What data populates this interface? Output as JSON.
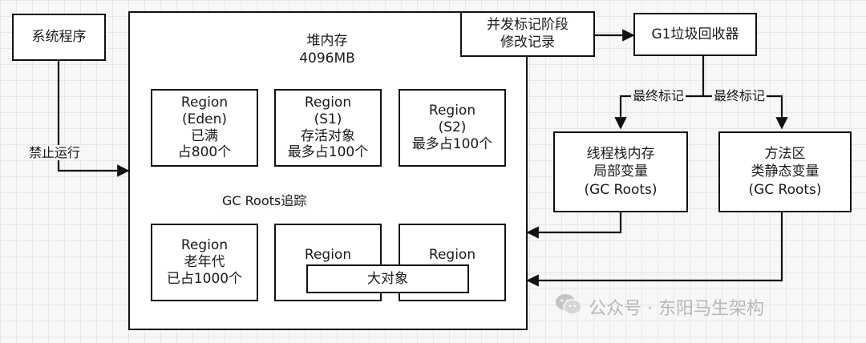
{
  "nodes": {
    "system_program": "系统程序",
    "heap": {
      "title": "堆内存",
      "size": "4096MB"
    },
    "concurrent_mark": [
      "并发标记阶段",
      "修改记录"
    ],
    "g1_collector": "G1垃圾回收器",
    "region_eden": [
      "Region",
      "(Eden)",
      "已满",
      "占800个"
    ],
    "region_s1": [
      "Region",
      "(S1)",
      "存活对象",
      "最多占100个"
    ],
    "region_s2": [
      "Region",
      "(S2)",
      "最多占100个"
    ],
    "region_old": [
      "Region",
      "老年代",
      "已占1000个"
    ],
    "region_large_a": "Region",
    "region_large_b": "Region",
    "large_object": "大对象",
    "thread_stack": [
      "线程栈内存",
      "局部变量",
      "(GC Roots)"
    ],
    "method_area": [
      "方法区",
      "类静态变量",
      "(GC Roots)"
    ]
  },
  "edges": {
    "stop_running": "禁止运行",
    "gc_roots_trace": "GC Roots追踪",
    "final_mark_left": "最终标记",
    "final_mark_right": "最终标记"
  },
  "watermark": "公众号 · 东阳马生架构",
  "colors": {
    "stroke": "#111111",
    "grid": "#e6e6e6",
    "background": "#f7f7f7",
    "watermark": "#b8b8b8"
  }
}
